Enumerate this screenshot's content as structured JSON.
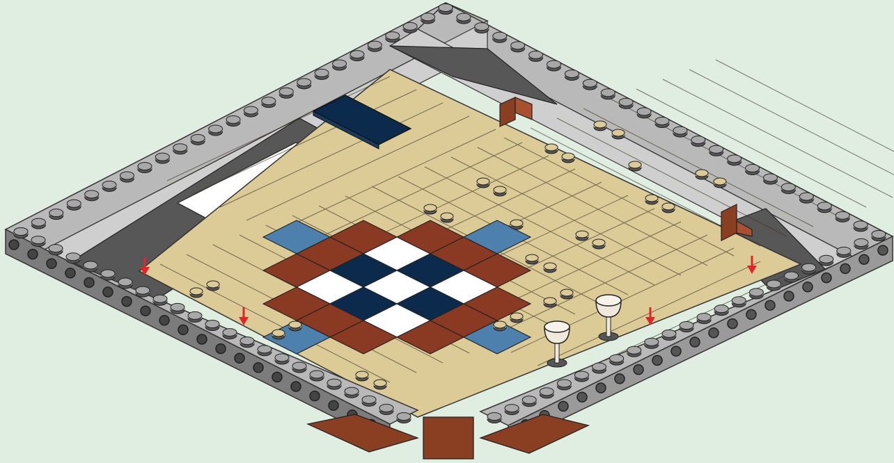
{
  "scene": {
    "subject": "lego-isometric-floor-build-step",
    "background_color": "#dfeee1",
    "marker_count": 4,
    "marker_color": "#e1252b",
    "stud_color": "#a8a8a8",
    "colors": {
      "wall_light": "#b9b9b9",
      "wall_mid": "#9a9a9a",
      "wall_dark": "#6e6e6e",
      "base_dark": "#575757",
      "tan": "#dccb97",
      "navy": "#0b2a4c",
      "dark_brown": "#8a3a22",
      "medium_blue": "#4e80ad",
      "white": "#ffffff",
      "reddish_brown": "#8b3f22",
      "glass": "#efe8dc"
    },
    "parts": {
      "goblets": 2,
      "navy_plate": 1,
      "brown_brackets": 2,
      "front_plates": 3
    }
  }
}
